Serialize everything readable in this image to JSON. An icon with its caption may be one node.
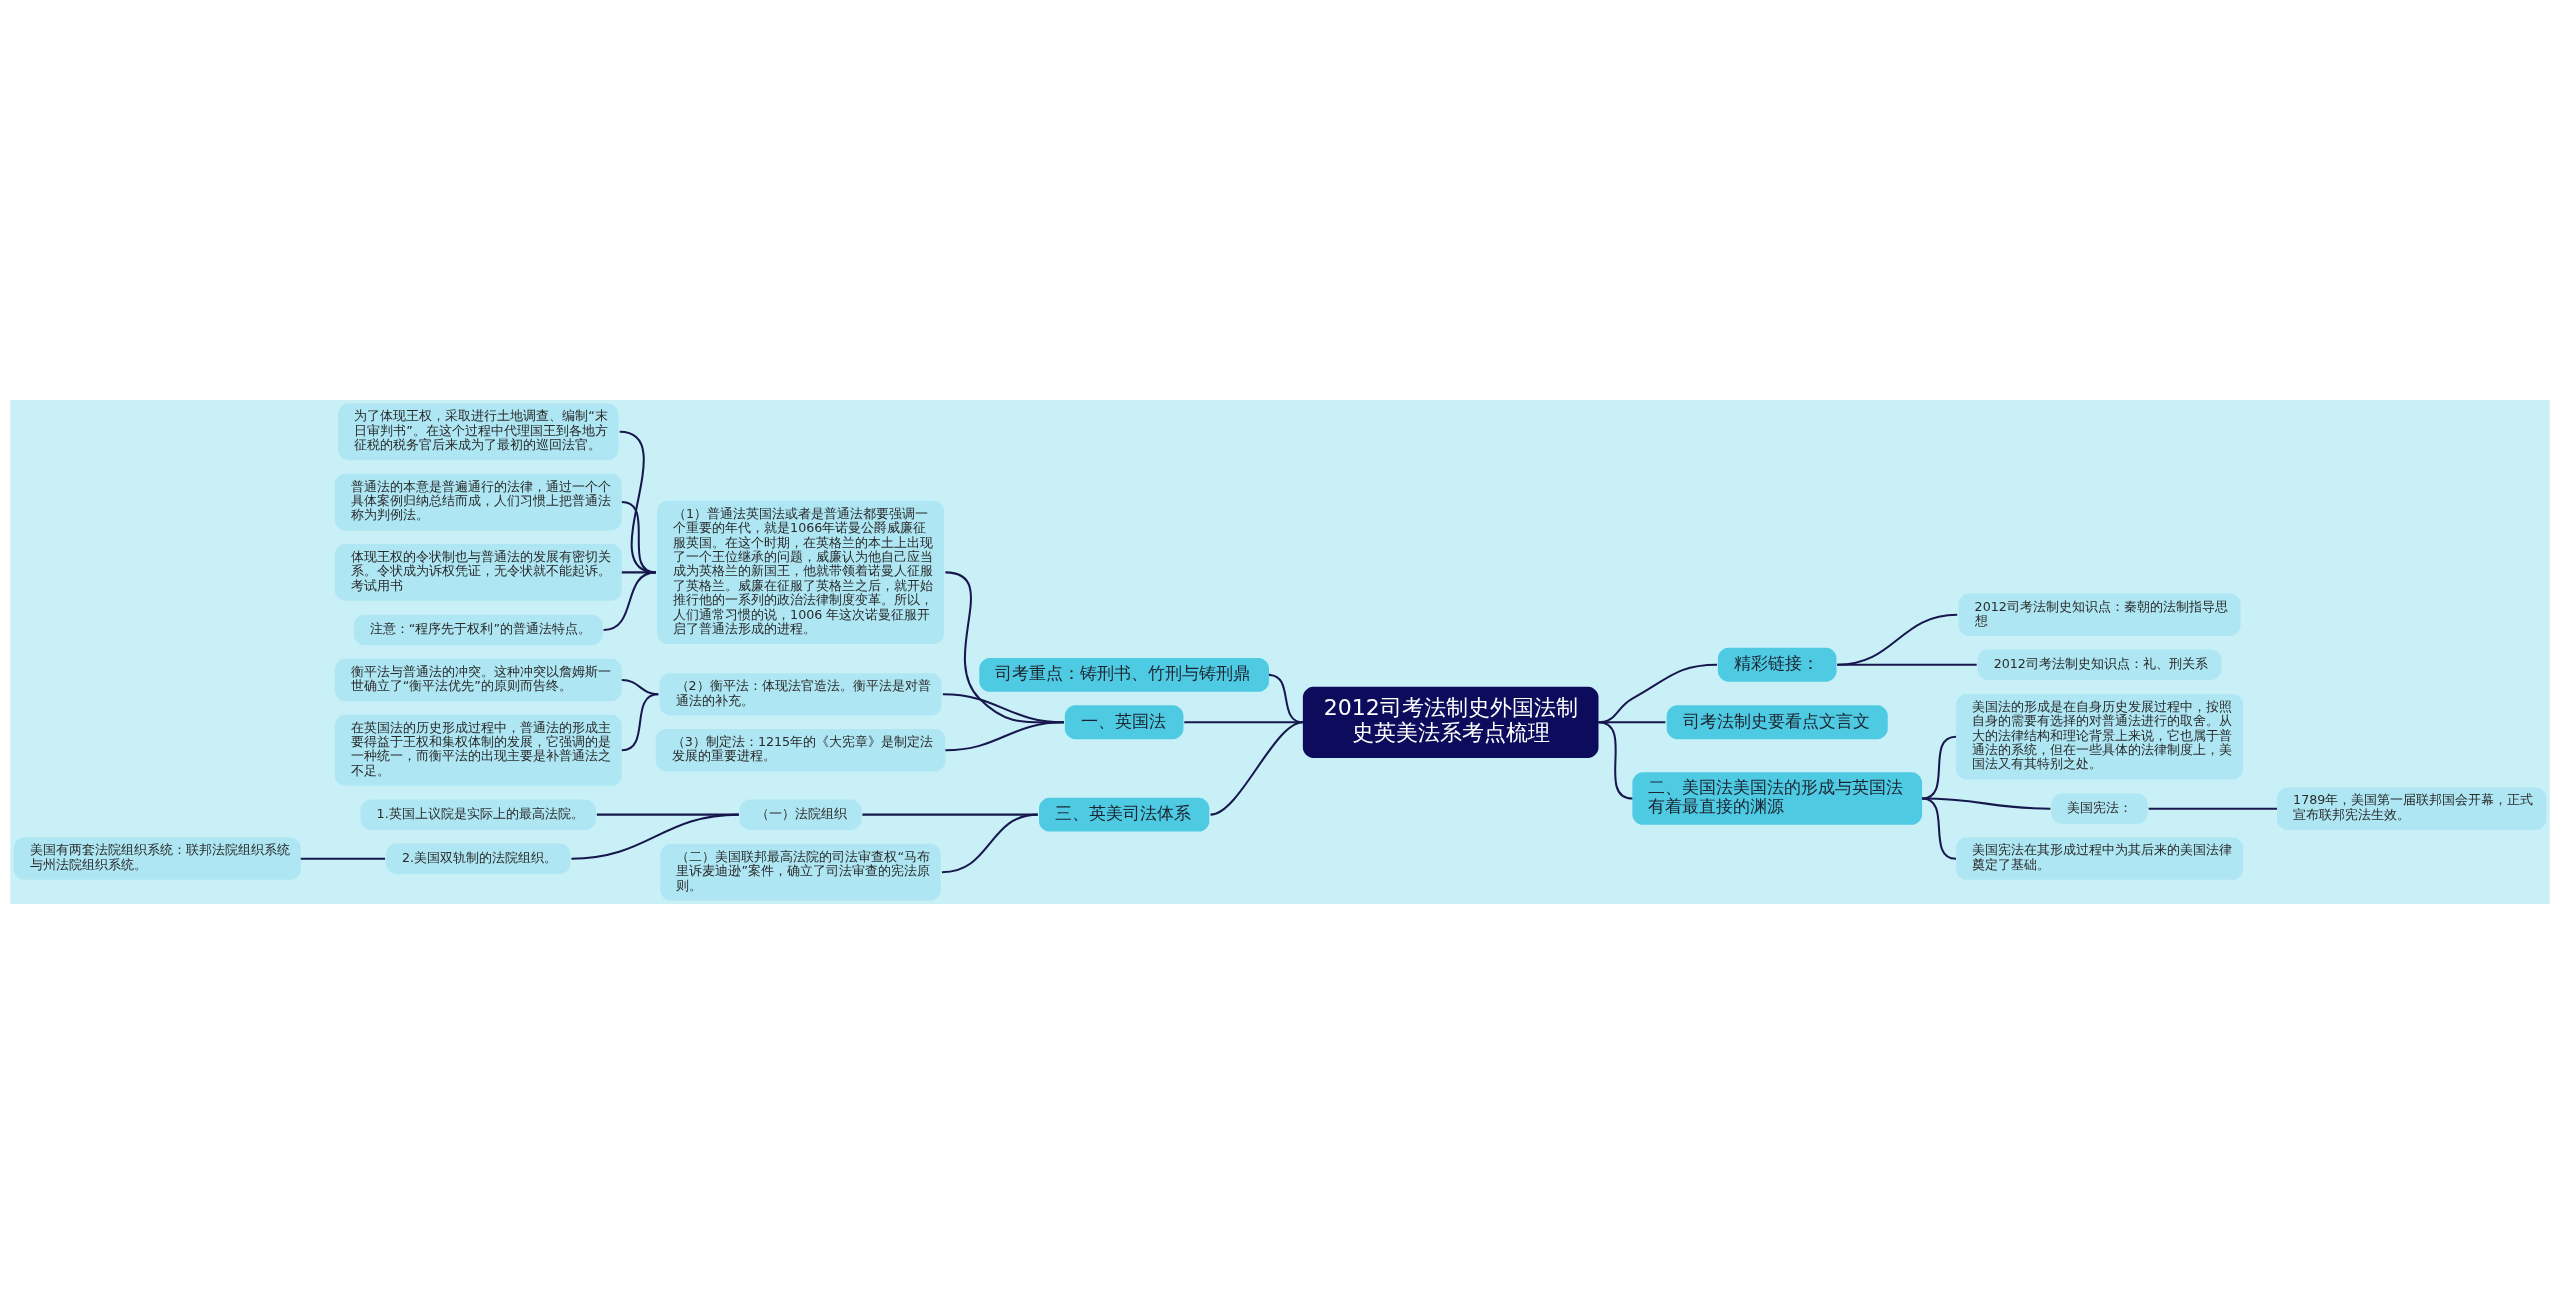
{
  "diagram": {
    "nodes": [
      {
        "text": [
          "2012司考法制史外国法制史英美法系考点梳理"
        ]
      },
      {
        "text": [
          "司考重点：铸刑书、竹刑与铸刑鼎"
        ]
      },
      {
        "text": [
          "一、英国法"
        ]
      },
      {
        "text": [
          "（1）普通法英国法或者是普通法都要强调一个重要的年代，就是1066年诺曼公爵威廉征服英国。在这个时期，在英格兰的本土上出现了一个王位继承的问题，威廉认为他自己应当成为英格兰的新国王，他就带领着诺曼人征服了英格兰。威廉在征服了英格兰之后，就开始推行他的一系列的政治法律制度变革。所以，人们通常习惯的说，1006 年这次诺曼征服开启了普通法形成的进程。"
        ]
      },
      {
        "text": [
          "为了体现王权，采取进行土地调查、编制“末日审判书”。在这个过程中代理国王到各地方征税的税务官后来成为了最初的巡回法官。"
        ]
      },
      {
        "text": [
          "普通法的本意是普遍通行的法律，通过一个个具体案例归纳总结而成，人们习惯上把普通法称为判例法。"
        ]
      },
      {
        "text": [
          "体现王权的令状制也与普通法的发展有密切关系。令状成为诉权凭证，无令状就不能起诉。考试用书"
        ]
      },
      {
        "text": [
          "注意：“程序先于权利”的普通法特点。"
        ]
      },
      {
        "text": [
          "（2）衡平法：体现法官造法。衡平法是对普通法的补充。"
        ]
      },
      {
        "text": [
          "衡平法与普通法的冲突。这种冲突以詹姆斯一世确立了“衡平法优先”的原则而告终。"
        ]
      },
      {
        "text": [
          "在英国法的历史形成过程中，普通法的形成主要得益于王权和集权体制的发展，它强调的是一种统一，而衡平法的出现主要是补普通法之不足。"
        ]
      },
      {
        "text": [
          "（3）制定法：1215年的《大宪章》是制定法发展的重要进程。"
        ]
      },
      {
        "text": [
          "三、英美司法体系"
        ]
      },
      {
        "text": [
          "（一）法院组织"
        ]
      },
      {
        "text": [
          "1.英国上议院是实际上的最高法院。"
        ]
      },
      {
        "text": [
          "2.美国双轨制的法院组织。"
        ]
      },
      {
        "text": [
          "美国有两套法院组织系统：联邦法院组织系统与州法院组织系统。"
        ]
      },
      {
        "text": [
          "（二）美国联邦最高法院的司法审查权“马布里诉麦迪逊”案件，确立了司法审查的宪法原则。"
        ]
      },
      {
        "text": [
          "精彩链接："
        ]
      },
      {
        "text": [
          "2012司考法制史知识点：秦朝的法制指导思想"
        ]
      },
      {
        "text": [
          "2012司考法制史知识点：礼、刑关系"
        ]
      },
      {
        "text": [
          "司考法制史要看点文言文"
        ]
      },
      {
        "text": [
          "二、美国法美国法的形成与英国法有着最直接的渊源"
        ]
      },
      {
        "text": [
          "美国法的形成是在自身历史发展过程中，按照自身的需要有选择的对普通法进行的取舍。从大的法律结构和理论背景上来说，它也属于普通法的系统，但在一些具体的法律制度上，美国法又有其特别之处。"
        ]
      },
      {
        "text": [
          "美国宪法："
        ]
      },
      {
        "text": [
          "1789年，美国第一届联邦国会开幕，正式宣布联邦宪法生效。"
        ]
      },
      {
        "text": [
          "美国宪法在其形成过程中为其后来的美国法律奠定了基础。"
        ]
      }
    ],
    "edges": [
      {
        "from": 1,
        "to": 0,
        "arrow": "none"
      },
      {
        "from": 2,
        "to": 0,
        "arrow": "none"
      },
      {
        "from": 12,
        "to": 0,
        "arrow": "none"
      },
      {
        "from": 3,
        "to": 2,
        "arrow": "none"
      },
      {
        "from": 8,
        "to": 2,
        "arrow": "none"
      },
      {
        "from": 11,
        "to": 2,
        "arrow": "none"
      },
      {
        "from": 4,
        "to": 3,
        "arrow": "none"
      },
      {
        "from": 5,
        "to": 3,
        "arrow": "none"
      },
      {
        "from": 6,
        "to": 3,
        "arrow": "none"
      },
      {
        "from": 7,
        "to": 3,
        "arrow": "none"
      },
      {
        "from": 9,
        "to": 8,
        "arrow": "none"
      },
      {
        "from": 10,
        "to": 8,
        "arrow": "none"
      },
      {
        "from": 13,
        "to": 12,
        "arrow": "none"
      },
      {
        "from": 17,
        "to": 12,
        "arrow": "none"
      },
      {
        "from": 14,
        "to": 13,
        "arrow": "none"
      },
      {
        "from": 15,
        "to": 13,
        "arrow": "none"
      },
      {
        "from": 16,
        "to": 15,
        "arrow": "none"
      },
      {
        "from": 0,
        "to": 18,
        "arrow": "none"
      },
      {
        "from": 0,
        "to": 21,
        "arrow": "none"
      },
      {
        "from": 0,
        "to": 22,
        "arrow": "none"
      },
      {
        "from": 18,
        "to": 19,
        "arrow": "none"
      },
      {
        "from": 18,
        "to": 20,
        "arrow": "none"
      },
      {
        "from": 22,
        "to": 23,
        "arrow": "none"
      },
      {
        "from": 22,
        "to": 24,
        "arrow": "none"
      },
      {
        "from": 22,
        "to": 26,
        "arrow": "none"
      },
      {
        "from": 24,
        "to": 25,
        "arrow": "none"
      }
    ]
  }
}
